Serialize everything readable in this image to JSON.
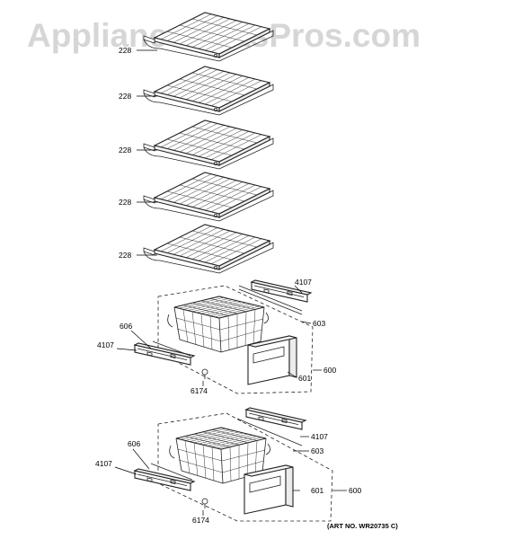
{
  "watermark": "AppliancePartsPros.com",
  "callouts": {
    "shelf_1": "228",
    "shelf_2": "228",
    "shelf_3": "228",
    "shelf_4": "228",
    "shelf_5": "228",
    "upper_right_rail": "4107",
    "upper_right_rail_cover": "603",
    "upper_left_rail": "4107",
    "upper_left_rail_cover": "606",
    "upper_drawer_front": "601",
    "upper_drawer_assembly": "600",
    "upper_screw": "6174",
    "lower_right_rail": "4107",
    "lower_right_rail_cover": "603",
    "lower_left_rail": "4107",
    "lower_left_rail_cover": "606",
    "lower_drawer_front": "601",
    "lower_drawer_assembly": "600",
    "lower_screw": "6174"
  },
  "art_number": "(ART NO. WR20735 C)"
}
